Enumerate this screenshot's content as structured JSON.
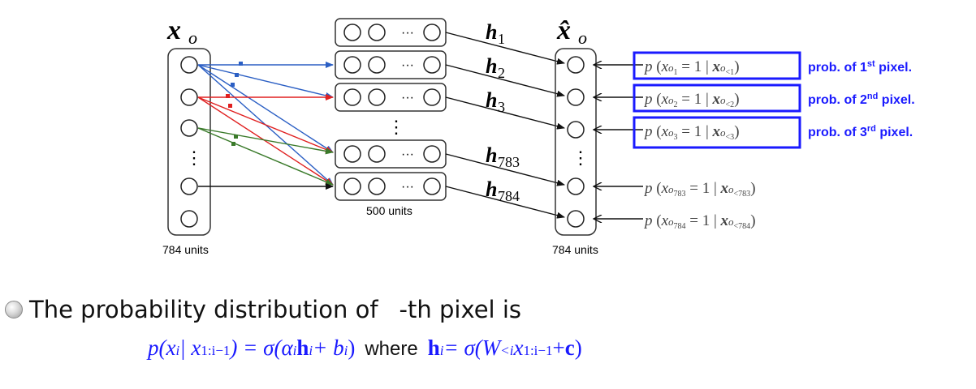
{
  "diagram": {
    "input_label": "x",
    "input_label_sub": "o",
    "output_label": "x̂",
    "output_label_sub": "o",
    "input_units": "784 units",
    "hidden_units": "500 units",
    "output_units": "784 units",
    "ellipsis": "⋮",
    "hidden_dots": "···",
    "hidden_labels": [
      {
        "base": "h",
        "sub": "1"
      },
      {
        "base": "h",
        "sub": "2"
      },
      {
        "base": "h",
        "sub": "3"
      },
      {
        "base": "h",
        "sub": "783"
      },
      {
        "base": "h",
        "sub": "784"
      }
    ],
    "prob_exprs": [
      {
        "sub": "1",
        "cond": "<1"
      },
      {
        "sub": "2",
        "cond": "<2"
      },
      {
        "sub": "3",
        "cond": "<3"
      },
      {
        "sub": "783",
        "cond": "<783"
      },
      {
        "sub": "784",
        "cond": "<784"
      }
    ],
    "annotations": [
      {
        "prefix": "prob. of 1",
        "sup": "st",
        "suffix": " pixel."
      },
      {
        "prefix": "prob. of 2",
        "sup": "nd",
        "suffix": " pixel."
      },
      {
        "prefix": "prob. of 3",
        "sup": "rd",
        "suffix": " pixel."
      }
    ],
    "colors": {
      "blue": "#1a1aff",
      "edge_blue": "#2b5fc4",
      "edge_red": "#e02020",
      "edge_green": "#3a7a2a",
      "line": "#111111",
      "box_border": "#333333"
    }
  },
  "text": {
    "bullet_before": "The probability distribution of",
    "bullet_after": "-th pixel is",
    "formula_lhs": "p(x",
    "formula_lhs_sub1": "i",
    "formula_lhs_mid": " | x",
    "formula_lhs_sub2": "1:i−1",
    "formula_lhs_end": ") = σ(α",
    "formula_alpha_sub": "i",
    "formula_h": "h",
    "formula_h_sub": "i",
    "formula_rhs_end": " + b",
    "formula_b_sub": "i",
    "formula_close": ")",
    "where": "where",
    "def_h": "h",
    "def_h_sub": "i",
    "def_eq": " = σ(W",
    "def_w_sub": "<i",
    "def_x": "x",
    "def_x_sub": "1:i−1",
    "def_plus": " + ",
    "def_c": "c",
    "def_close": ")"
  }
}
